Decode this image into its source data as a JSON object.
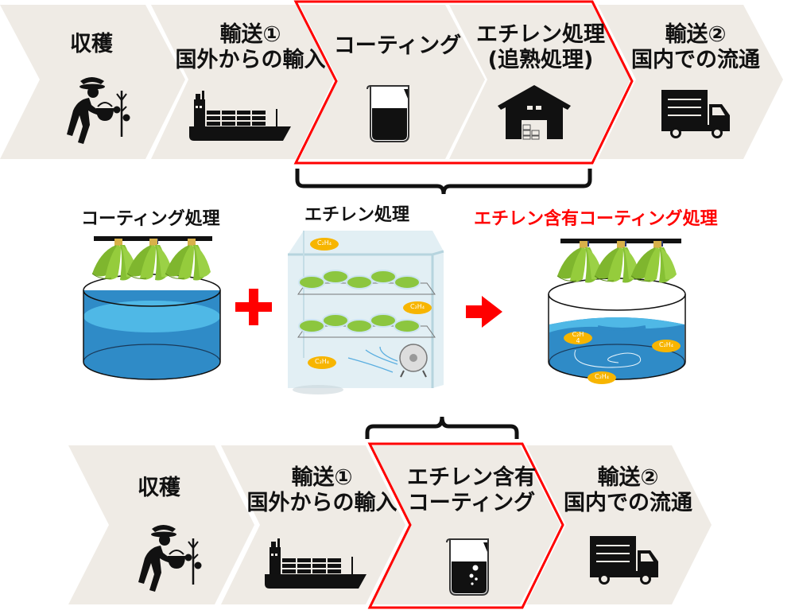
{
  "colors": {
    "chevron_fill": "#efebe5",
    "highlight_outline": "#ff0000",
    "icon": "#111111",
    "water_light": "#4fb8e6",
    "water_dark": "#2f8bc7",
    "banana": "#8cc63f",
    "ethylene_badge": "#f7b500",
    "plus": "#ff0000",
    "arrow": "#ff0000"
  },
  "top_flow": {
    "stages": [
      {
        "id": "harvest",
        "lines": [
          "収穫"
        ],
        "icon": "farmer-harvesting-icon",
        "highlighted": false
      },
      {
        "id": "transport1",
        "lines": [
          "輸送①",
          "国外からの輸入"
        ],
        "icon": "cargo-ship-icon",
        "highlighted": false
      },
      {
        "id": "coating",
        "lines": [
          "コーティング"
        ],
        "icon": "beaker-icon",
        "highlighted": true
      },
      {
        "id": "ethylene",
        "lines": [
          "エチレン処理",
          "(追熟処理)"
        ],
        "icon": "warehouse-icon",
        "highlighted": true
      },
      {
        "id": "transport2",
        "lines": [
          "輸送②",
          "国内での流通"
        ],
        "icon": "delivery-truck-icon",
        "highlighted": false
      }
    ]
  },
  "middle": {
    "coating_title": "コーティング処理",
    "ethylene_title": "エチレン処理",
    "combined_title": "エチレン含有コーティング処理",
    "operator_plus": "+",
    "operator_arrow": "→",
    "ethylene_label": "C₂H₄",
    "ethylene_label_split": [
      "C₂H",
      "4"
    ]
  },
  "bottom_flow": {
    "stages": [
      {
        "id": "harvest",
        "lines": [
          "収穫"
        ],
        "icon": "farmer-harvesting-icon",
        "highlighted": false
      },
      {
        "id": "transport1",
        "lines": [
          "輸送①",
          "国外からの輸入"
        ],
        "icon": "cargo-ship-icon",
        "highlighted": false
      },
      {
        "id": "ethylene-coating",
        "lines": [
          "エチレン含有",
          "コーティング"
        ],
        "icon": "beaker-bubbles-icon",
        "highlighted": true
      },
      {
        "id": "transport2",
        "lines": [
          "輸送②",
          "国内での流通"
        ],
        "icon": "delivery-truck-icon",
        "highlighted": false
      }
    ]
  }
}
